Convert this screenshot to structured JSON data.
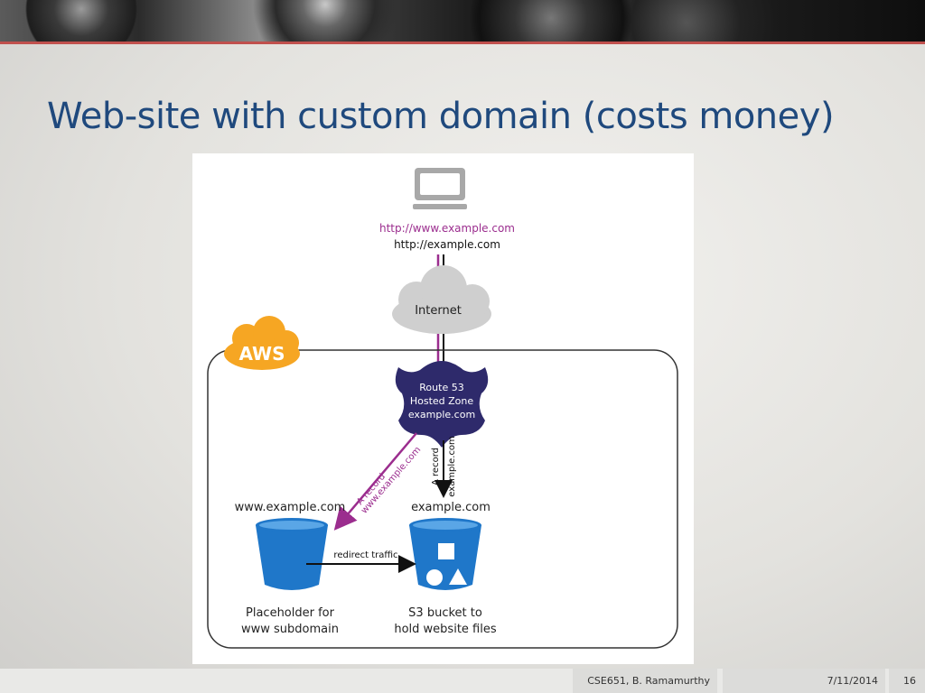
{
  "slide": {
    "title": "Web-site with custom domain (costs money)"
  },
  "diagram": {
    "urls": {
      "www": "http://www.example.com",
      "root": "http://example.com"
    },
    "internet_label": "Internet",
    "aws_label": "AWS",
    "route53": {
      "line1": "Route 53",
      "line2": "Hosted Zone",
      "line3": "example.com"
    },
    "record_left": {
      "line1": "A record",
      "line2": "www.example.com"
    },
    "record_right": {
      "line1": "A record",
      "line2": "example.com"
    },
    "bucket_left": {
      "domain": "www.example.com",
      "caption_line1": "Placeholder for",
      "caption_line2": "www subdomain"
    },
    "bucket_right": {
      "domain": "example.com",
      "caption_line1": "S3 bucket to",
      "caption_line2": "hold website files"
    },
    "redirect_label": "redirect traffic",
    "colors": {
      "magenta": "#9b2d8e",
      "navy": "#2e2a6b",
      "bucket_blue": "#1f77c9",
      "aws_orange": "#f6a623",
      "cloud_gray": "#cfcfcf"
    }
  },
  "footer": {
    "author": "CSE651, B. Ramamurthy",
    "date": "7/11/2014",
    "page": "16"
  }
}
